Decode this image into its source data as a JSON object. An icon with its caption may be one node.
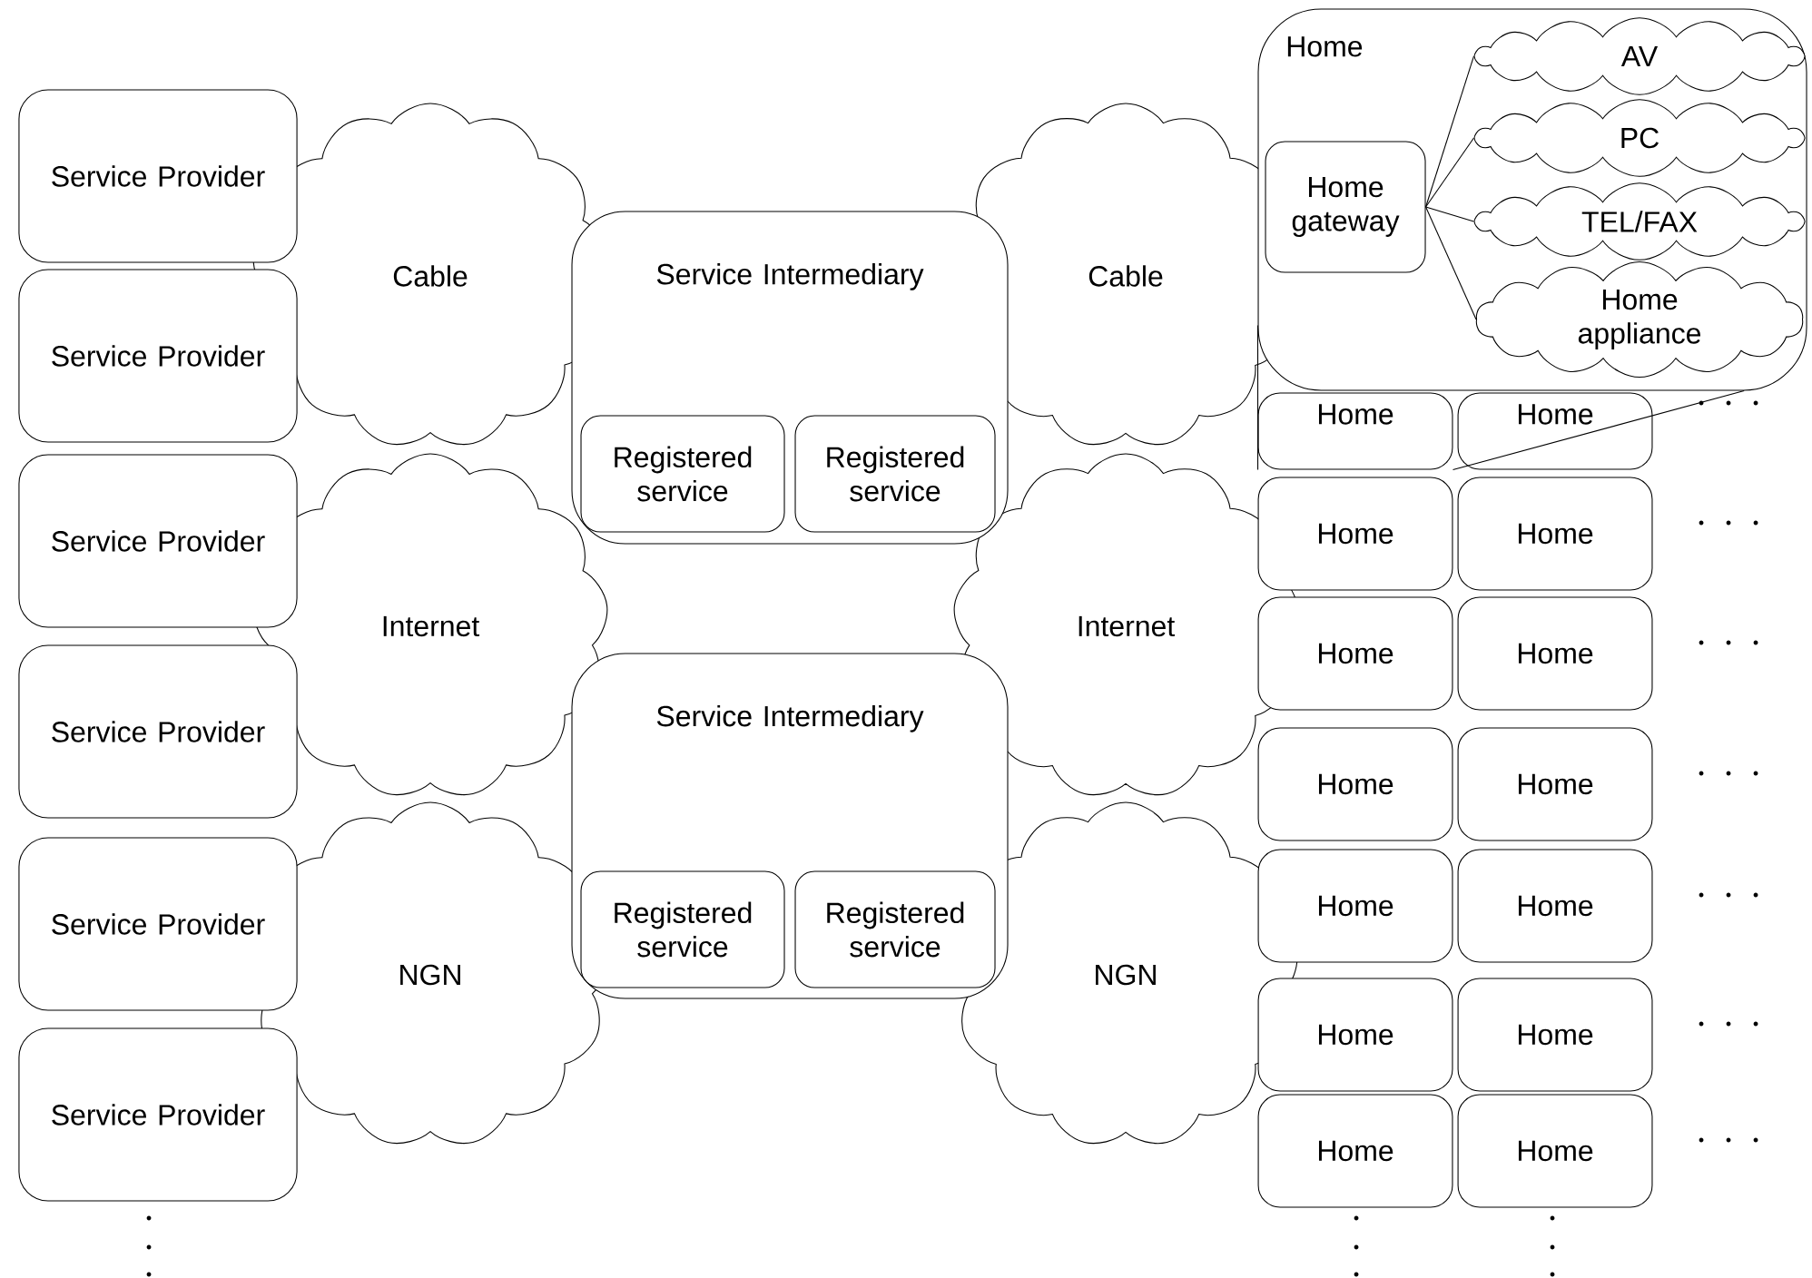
{
  "diagram": {
    "nodes": [
      {
        "text": [
          "Service Provider"
        ]
      },
      {
        "text": [
          "Service Provider"
        ]
      },
      {
        "text": [
          "Service Provider"
        ]
      },
      {
        "text": [
          "Service Provider"
        ]
      },
      {
        "text": [
          "Service Provider"
        ]
      },
      {
        "text": [
          "Service Provider"
        ]
      },
      {
        "text": [
          "Cable"
        ]
      },
      {
        "text": [
          "Internet"
        ]
      },
      {
        "text": [
          "NGN"
        ]
      },
      {
        "text": [
          "Service Intermediary"
        ]
      },
      {
        "text": [
          "Registered service"
        ],
        "in": 9
      },
      {
        "text": [
          "Registered service"
        ],
        "in": 9
      },
      {
        "text": [
          "Service Intermediary"
        ]
      },
      {
        "text": [
          "Registered service"
        ],
        "in": 12
      },
      {
        "text": [
          "Registered service"
        ],
        "in": 12
      },
      {
        "text": [
          "Cable"
        ]
      },
      {
        "text": [
          "Internet"
        ]
      },
      {
        "text": [
          "NGN"
        ]
      },
      {
        "text": [
          "Home"
        ]
      },
      {
        "text": [
          "Home gateway"
        ],
        "in": 18
      },
      {
        "text": [
          "AV"
        ],
        "in": 18
      },
      {
        "text": [
          "PC"
        ],
        "in": 18
      },
      {
        "text": [
          "TEL/FAX"
        ],
        "in": 18
      },
      {
        "text": [
          "Home appliance"
        ],
        "in": 18
      },
      {
        "text": [
          "Home"
        ]
      },
      {
        "text": [
          "Home"
        ]
      },
      {
        "text": [
          "Home"
        ]
      },
      {
        "text": [
          "Home"
        ]
      },
      {
        "text": [
          "Home"
        ]
      },
      {
        "text": [
          "Home"
        ]
      },
      {
        "text": [
          "Home"
        ]
      },
      {
        "text": [
          "Home"
        ]
      },
      {
        "text": [
          "Home"
        ]
      },
      {
        "text": [
          "Home"
        ]
      },
      {
        "text": [
          "Home"
        ]
      },
      {
        "text": [
          "Home"
        ]
      },
      {
        "text": [
          "Home"
        ]
      },
      {
        "text": [
          "Home"
        ]
      }
    ],
    "edges": [
      {
        "from": 19,
        "to": 20,
        "arrow": "none"
      },
      {
        "from": 19,
        "to": 21,
        "arrow": "none"
      },
      {
        "from": 19,
        "to": 22,
        "arrow": "none"
      },
      {
        "from": 19,
        "to": 23,
        "arrow": "none"
      },
      {
        "from": 18,
        "to": 24,
        "arrow": "none"
      },
      {
        "from": 18,
        "to": 24,
        "arrow": "none"
      }
    ]
  }
}
